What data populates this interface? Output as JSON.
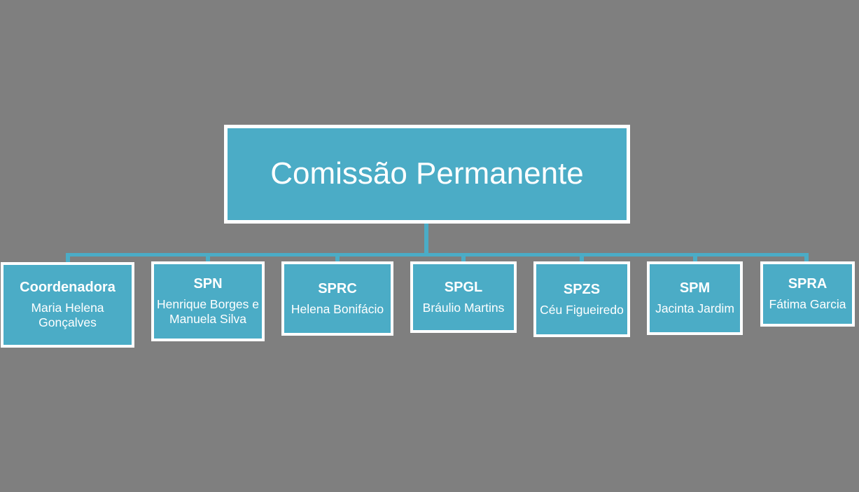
{
  "org_chart": {
    "root": {
      "label": "Comissão Permanente"
    },
    "nodes": [
      {
        "title": "Coordenadora",
        "name": "Maria Helena\nGonçalves"
      },
      {
        "title": "SPN",
        "name": "Henrique Borges e\nManuela Silva"
      },
      {
        "title": "SPRC",
        "name": "Helena Bonifácio"
      },
      {
        "title": "SPGL",
        "name": "Bráulio Martins"
      },
      {
        "title": "SPZS",
        "name": "Céu Figueiredo"
      },
      {
        "title": "SPM",
        "name": "Jacinta Jardim"
      },
      {
        "title": "SPRA",
        "name": "Fátima Garcia"
      }
    ],
    "colors": {
      "node_fill": "#4BACC6",
      "node_border": "#FFFFFF",
      "connector": "#4BACC6",
      "text": "#FFFFFF",
      "background": "#7F7F7F"
    }
  }
}
